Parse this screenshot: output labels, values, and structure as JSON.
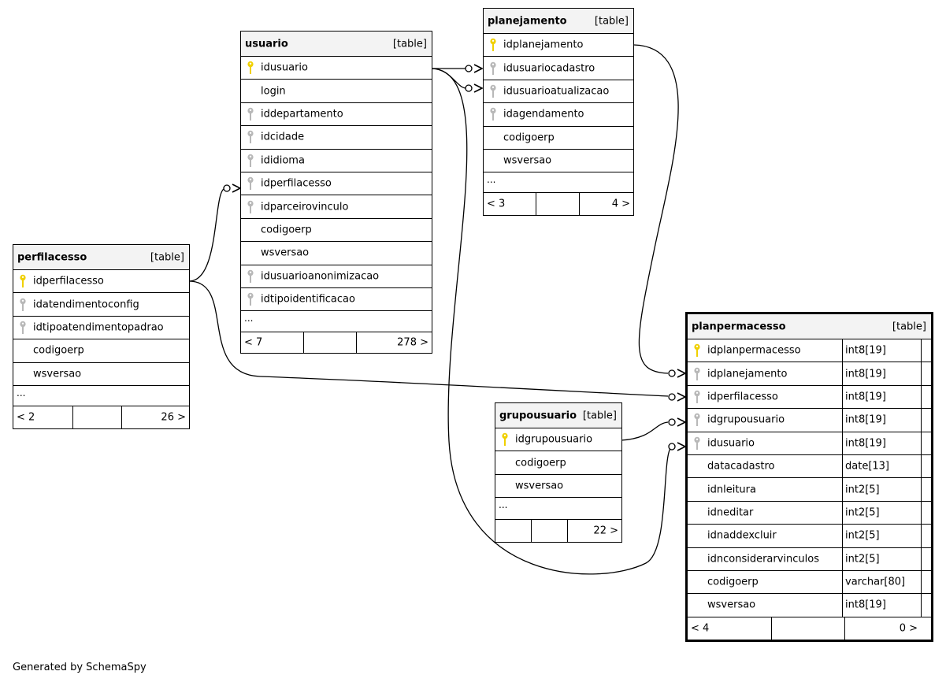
{
  "tables": {
    "usuario": {
      "name": "usuario",
      "type_tag": "[table]",
      "columns": [
        {
          "name": "idusuario",
          "key": "pk"
        },
        {
          "name": "login",
          "key": ""
        },
        {
          "name": "iddepartamento",
          "key": "fk"
        },
        {
          "name": "idcidade",
          "key": "fk"
        },
        {
          "name": "ididioma",
          "key": "fk"
        },
        {
          "name": "idperfilacesso",
          "key": "fk"
        },
        {
          "name": "idparceirovinculo",
          "key": "fk"
        },
        {
          "name": "codigoerp",
          "key": ""
        },
        {
          "name": "wsversao",
          "key": ""
        },
        {
          "name": "idusuarioanonimizacao",
          "key": "fk"
        },
        {
          "name": "idtipoidentificacao",
          "key": "fk"
        }
      ],
      "more": "...",
      "footer": {
        "left": "< 7",
        "right": "278 >"
      }
    },
    "planejamento": {
      "name": "planejamento",
      "type_tag": "[table]",
      "columns": [
        {
          "name": "idplanejamento",
          "key": "pk"
        },
        {
          "name": "idusuariocadastro",
          "key": "fk"
        },
        {
          "name": "idusuarioatualizacao",
          "key": "fk"
        },
        {
          "name": "idagendamento",
          "key": "fk"
        },
        {
          "name": "codigoerp",
          "key": ""
        },
        {
          "name": "wsversao",
          "key": ""
        }
      ],
      "more": "...",
      "footer": {
        "left": "< 3",
        "right": "4 >"
      }
    },
    "perfilacesso": {
      "name": "perfilacesso",
      "type_tag": "[table]",
      "columns": [
        {
          "name": "idperfilacesso",
          "key": "pk"
        },
        {
          "name": "idatendimentoconfig",
          "key": "fk"
        },
        {
          "name": "idtipoatendimentopadrao",
          "key": "fk"
        },
        {
          "name": "codigoerp",
          "key": ""
        },
        {
          "name": "wsversao",
          "key": ""
        }
      ],
      "more": "...",
      "footer": {
        "left": "< 2",
        "right": "26 >"
      }
    },
    "grupousuario": {
      "name": "grupousuario",
      "type_tag": "[table]",
      "columns": [
        {
          "name": "idgrupousuario",
          "key": "pk"
        },
        {
          "name": "codigoerp",
          "key": ""
        },
        {
          "name": "wsversao",
          "key": ""
        }
      ],
      "more": "...",
      "footer": {
        "left": "",
        "right": "22 >"
      }
    },
    "planpermacesso": {
      "name": "planpermacesso",
      "type_tag": "[table]",
      "columns": [
        {
          "name": "idplanpermacesso",
          "key": "pk",
          "type": "int8[19]"
        },
        {
          "name": "idplanejamento",
          "key": "fk",
          "type": "int8[19]"
        },
        {
          "name": "idperfilacesso",
          "key": "fk",
          "type": "int8[19]"
        },
        {
          "name": "idgrupousuario",
          "key": "fk",
          "type": "int8[19]"
        },
        {
          "name": "idusuario",
          "key": "fk",
          "type": "int8[19]"
        },
        {
          "name": "datacadastro",
          "key": "",
          "type": "date[13]"
        },
        {
          "name": "idnleitura",
          "key": "",
          "type": "int2[5]"
        },
        {
          "name": "idneditar",
          "key": "",
          "type": "int2[5]"
        },
        {
          "name": "idnaddexcluir",
          "key": "",
          "type": "int2[5]"
        },
        {
          "name": "idnconsiderarvinculos",
          "key": "",
          "type": "int2[5]"
        },
        {
          "name": "codigoerp",
          "key": "",
          "type": "varchar[80]"
        },
        {
          "name": "wsversao",
          "key": "",
          "type": "int8[19]"
        }
      ],
      "footer": {
        "left": "< 4",
        "right": "0 >"
      }
    }
  },
  "colors": {
    "pk_key": "#f0d000",
    "fk_key": "#b8b8b8",
    "header_bg": "#f3f3f3"
  },
  "credit": "Generated by SchemaSpy"
}
